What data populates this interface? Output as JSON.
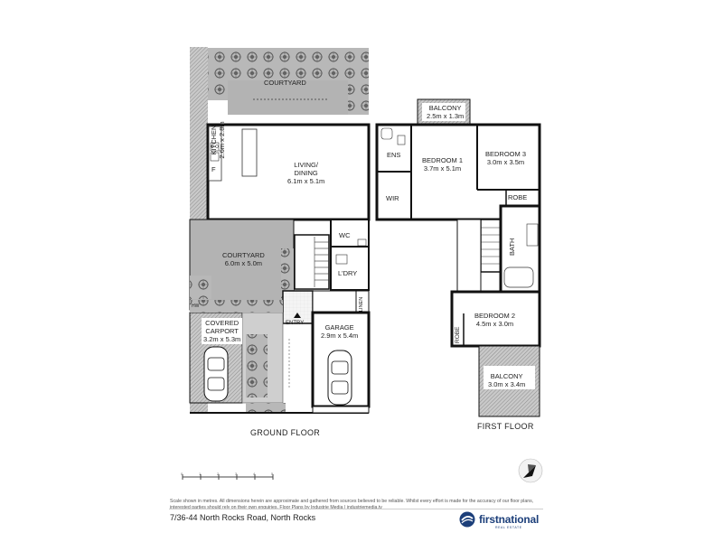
{
  "rooms": {
    "courtyard_top": "COURTYARD",
    "kitchen": "KITCHEN",
    "kitchen_dims": "2.6m x 2.8m",
    "living_name": "LIVING/",
    "living_name2": "DINING",
    "living_dims": "6.1m x 5.1m",
    "wc": "WC",
    "courtyard_mid_name": "COURTYARD",
    "courtyard_mid_dims": "6.0m x 5.0m",
    "laundry": "L'DRY",
    "linen": "LINEN",
    "entry": "ENTRY",
    "carport_name": "COVERED",
    "carport_name2": "CARPORT",
    "carport_dims": "3.2m x 5.3m",
    "garage_name": "GARAGE",
    "garage_dims": "2.9m x 5.4m",
    "hw": "HW",
    "fridge": "F",
    "balcony_top_name": "BALCONY",
    "balcony_top_dims": "2.5m x 1.3m",
    "ens": "ENS",
    "bed1_name": "BEDROOM 1",
    "bed1_dims": "3.7m x 5.1m",
    "bed3_name": "BEDROOM 3",
    "bed3_dims": "3.0m x 3.5m",
    "robe_upper": "ROBE",
    "wir": "WIR",
    "bath": "BATH",
    "bed2_name": "BEDROOM 2",
    "bed2_dims": "4.5m x 3.0m",
    "robe_lower": "ROBE",
    "balcony_bottom_name": "BALCONY",
    "balcony_bottom_dims": "3.0m x 3.4m"
  },
  "floor_labels": {
    "ground": "GROUND FLOOR",
    "first": "FIRST FLOOR"
  },
  "scale": [
    "0",
    "1",
    "2",
    "3",
    "4",
    "5"
  ],
  "disclaimer": "Scale shown in metres. All dimensions herein are approximate and gathered from sources believed to be reliable. Whilst every effort is made for the accuracy of our floor plans, interested parties should rely on their own enquiries. Floor Plans by Industrie Media | industriemedia.tv",
  "address": "7/36-44 North Rocks Road, North Rocks",
  "brand": {
    "name": "firstnational",
    "tagline": "REAL ESTATE",
    "color": "#1c3f7a"
  },
  "colors": {
    "wall": "#111111",
    "hatch": "#9a9a9a",
    "planter": "#7a7a7a"
  },
  "icons": {
    "compass": "north-arrow-icon",
    "car": "car-icon",
    "logo": "firstnational-logo-icon"
  }
}
